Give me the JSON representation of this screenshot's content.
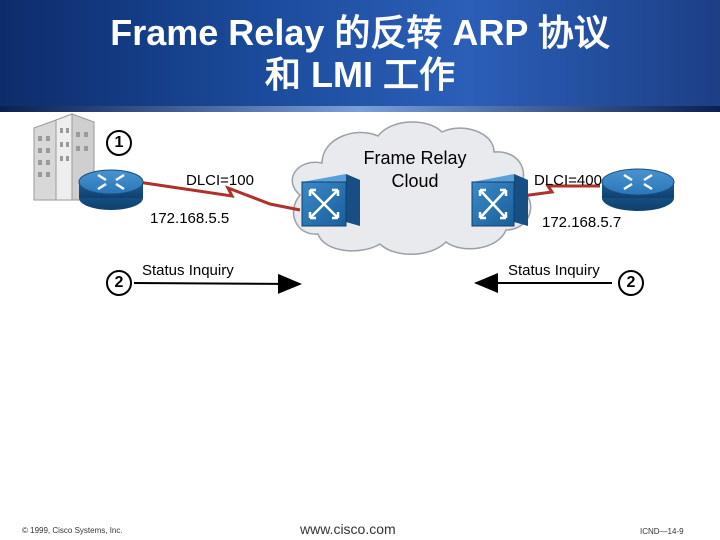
{
  "slide": {
    "title_line1": "Frame Relay 的反转 ARP 协议",
    "title_line2": "和 LMI 工作"
  },
  "diagram": {
    "cloud_label_line1": "Frame Relay",
    "cloud_label_line2": "Cloud",
    "left": {
      "dlci": "DLCI=100",
      "ip": "172.168.5.5",
      "step1": "1",
      "step2": "2",
      "message": "Status Inquiry"
    },
    "right": {
      "dlci": "DLCI=400",
      "ip": "172.168.5.7",
      "step2": "2",
      "message": "Status Inquiry"
    }
  },
  "footer": {
    "copyright": "© 1999, Cisco Systems, Inc.",
    "website": "www.cisco.com",
    "page": "ICND—14-9"
  },
  "colors": {
    "header_blue": "#1a4a9a",
    "router_blue": "#1f6fb0",
    "link_red": "#c0392b"
  }
}
